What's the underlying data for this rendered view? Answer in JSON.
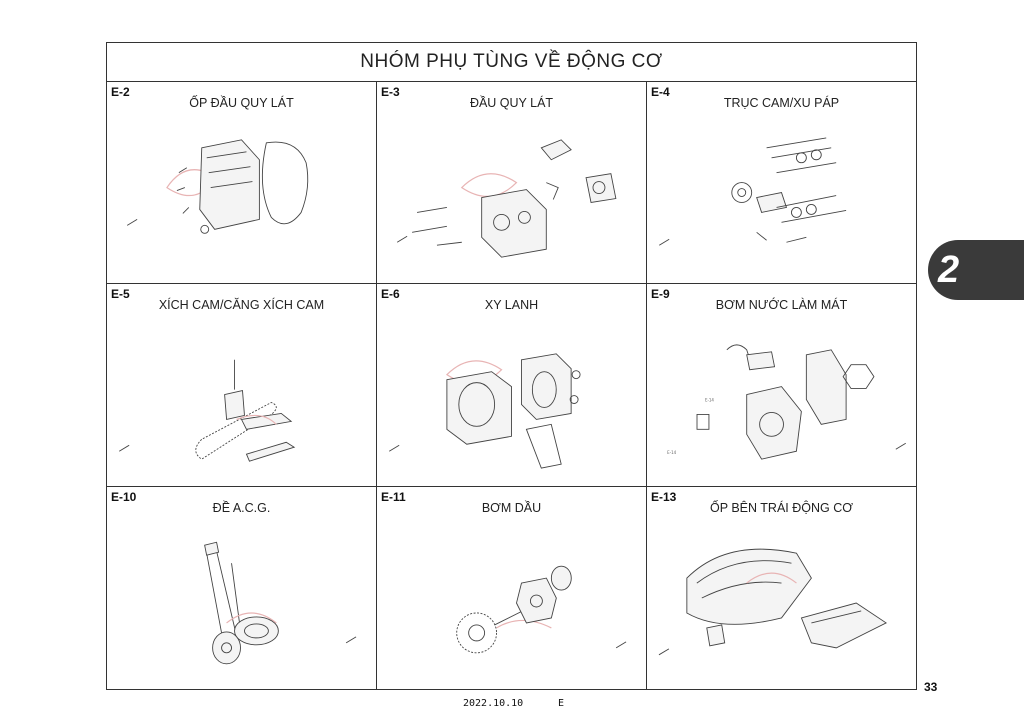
{
  "page": {
    "title": "NHÓM PHỤ TÙNG VỀ ĐỘNG CƠ",
    "chapter_number": "2",
    "page_number": "33",
    "footer_date": "2022.10.10",
    "footer_code": "E"
  },
  "sections": [
    {
      "code": "E-2",
      "title": "ỐP ĐẦU QUY LÁT"
    },
    {
      "code": "E-3",
      "title": "ĐẦU QUY LÁT"
    },
    {
      "code": "E-4",
      "title": "TRỤC CAM/XU PÁP"
    },
    {
      "code": "E-5",
      "title": "XÍCH CAM/CĂNG XÍCH CAM"
    },
    {
      "code": "E-6",
      "title": "XY LANH"
    },
    {
      "code": "E-9",
      "title": "BƠM NƯỚC LÀM MÁT"
    },
    {
      "code": "E-10",
      "title": "ĐỀ A.C.G."
    },
    {
      "code": "E-11",
      "title": "BƠM DẦU"
    },
    {
      "code": "E-13",
      "title": "ỐP BÊN TRÁI ĐỘNG CƠ"
    }
  ],
  "colors": {
    "tab_background": "#3a3a3a",
    "border": "#333333",
    "watermark": "#e8b4b4"
  }
}
